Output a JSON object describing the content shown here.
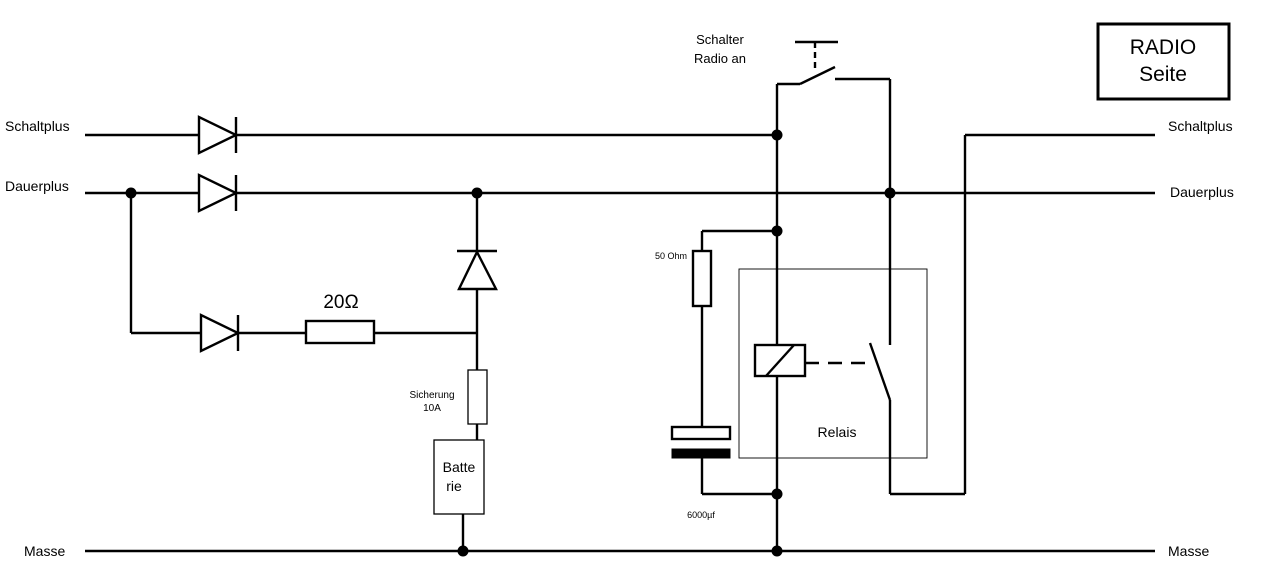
{
  "title_box": {
    "line1": "RADIO",
    "line2": "Seite",
    "color": "#a0403c"
  },
  "rails": {
    "left": {
      "schaltplus": "Schaltplus",
      "dauerplus": "Dauerplus",
      "masse": "Masse"
    },
    "right": {
      "schaltplus": "Schaltplus",
      "dauerplus": "Dauerplus",
      "masse": "Masse"
    }
  },
  "components": {
    "switch": {
      "line1": "Schalter",
      "line2": "Radio an"
    },
    "resistor_20": "20Ω",
    "resistor_50": "50 Ohm",
    "fuse": {
      "line1": "Sicherung",
      "line2": "10A"
    },
    "battery": {
      "line1": "Batte",
      "line2": "rie"
    },
    "capacitor": "6000µf",
    "relay": "Relais"
  },
  "icons": [
    "diode-icon",
    "resistor-icon",
    "fuse-icon",
    "battery-icon",
    "capacitor-icon",
    "relay-coil-icon",
    "switch-icon",
    "junction-dot-icon"
  ]
}
